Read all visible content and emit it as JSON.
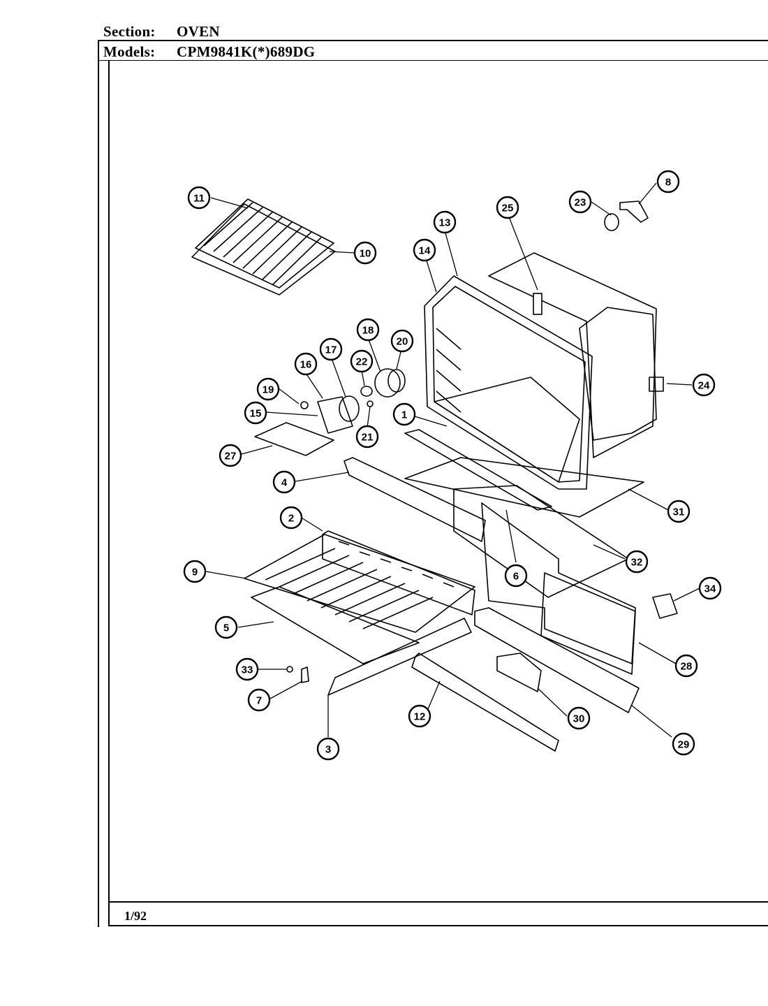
{
  "header": {
    "section_label": "Section:",
    "section_value": "OVEN",
    "models_label": "Models:",
    "models_value": "CPM9841K(*)689DG"
  },
  "footer": {
    "date": "1/92"
  },
  "callouts": [
    "11",
    "10",
    "13",
    "14",
    "25",
    "23",
    "8",
    "18",
    "20",
    "17",
    "22",
    "16",
    "19",
    "15",
    "21",
    "1",
    "24",
    "27",
    "4",
    "31",
    "2",
    "6",
    "32",
    "9",
    "34",
    "5",
    "28",
    "33",
    "7",
    "12",
    "30",
    "3",
    "29"
  ]
}
